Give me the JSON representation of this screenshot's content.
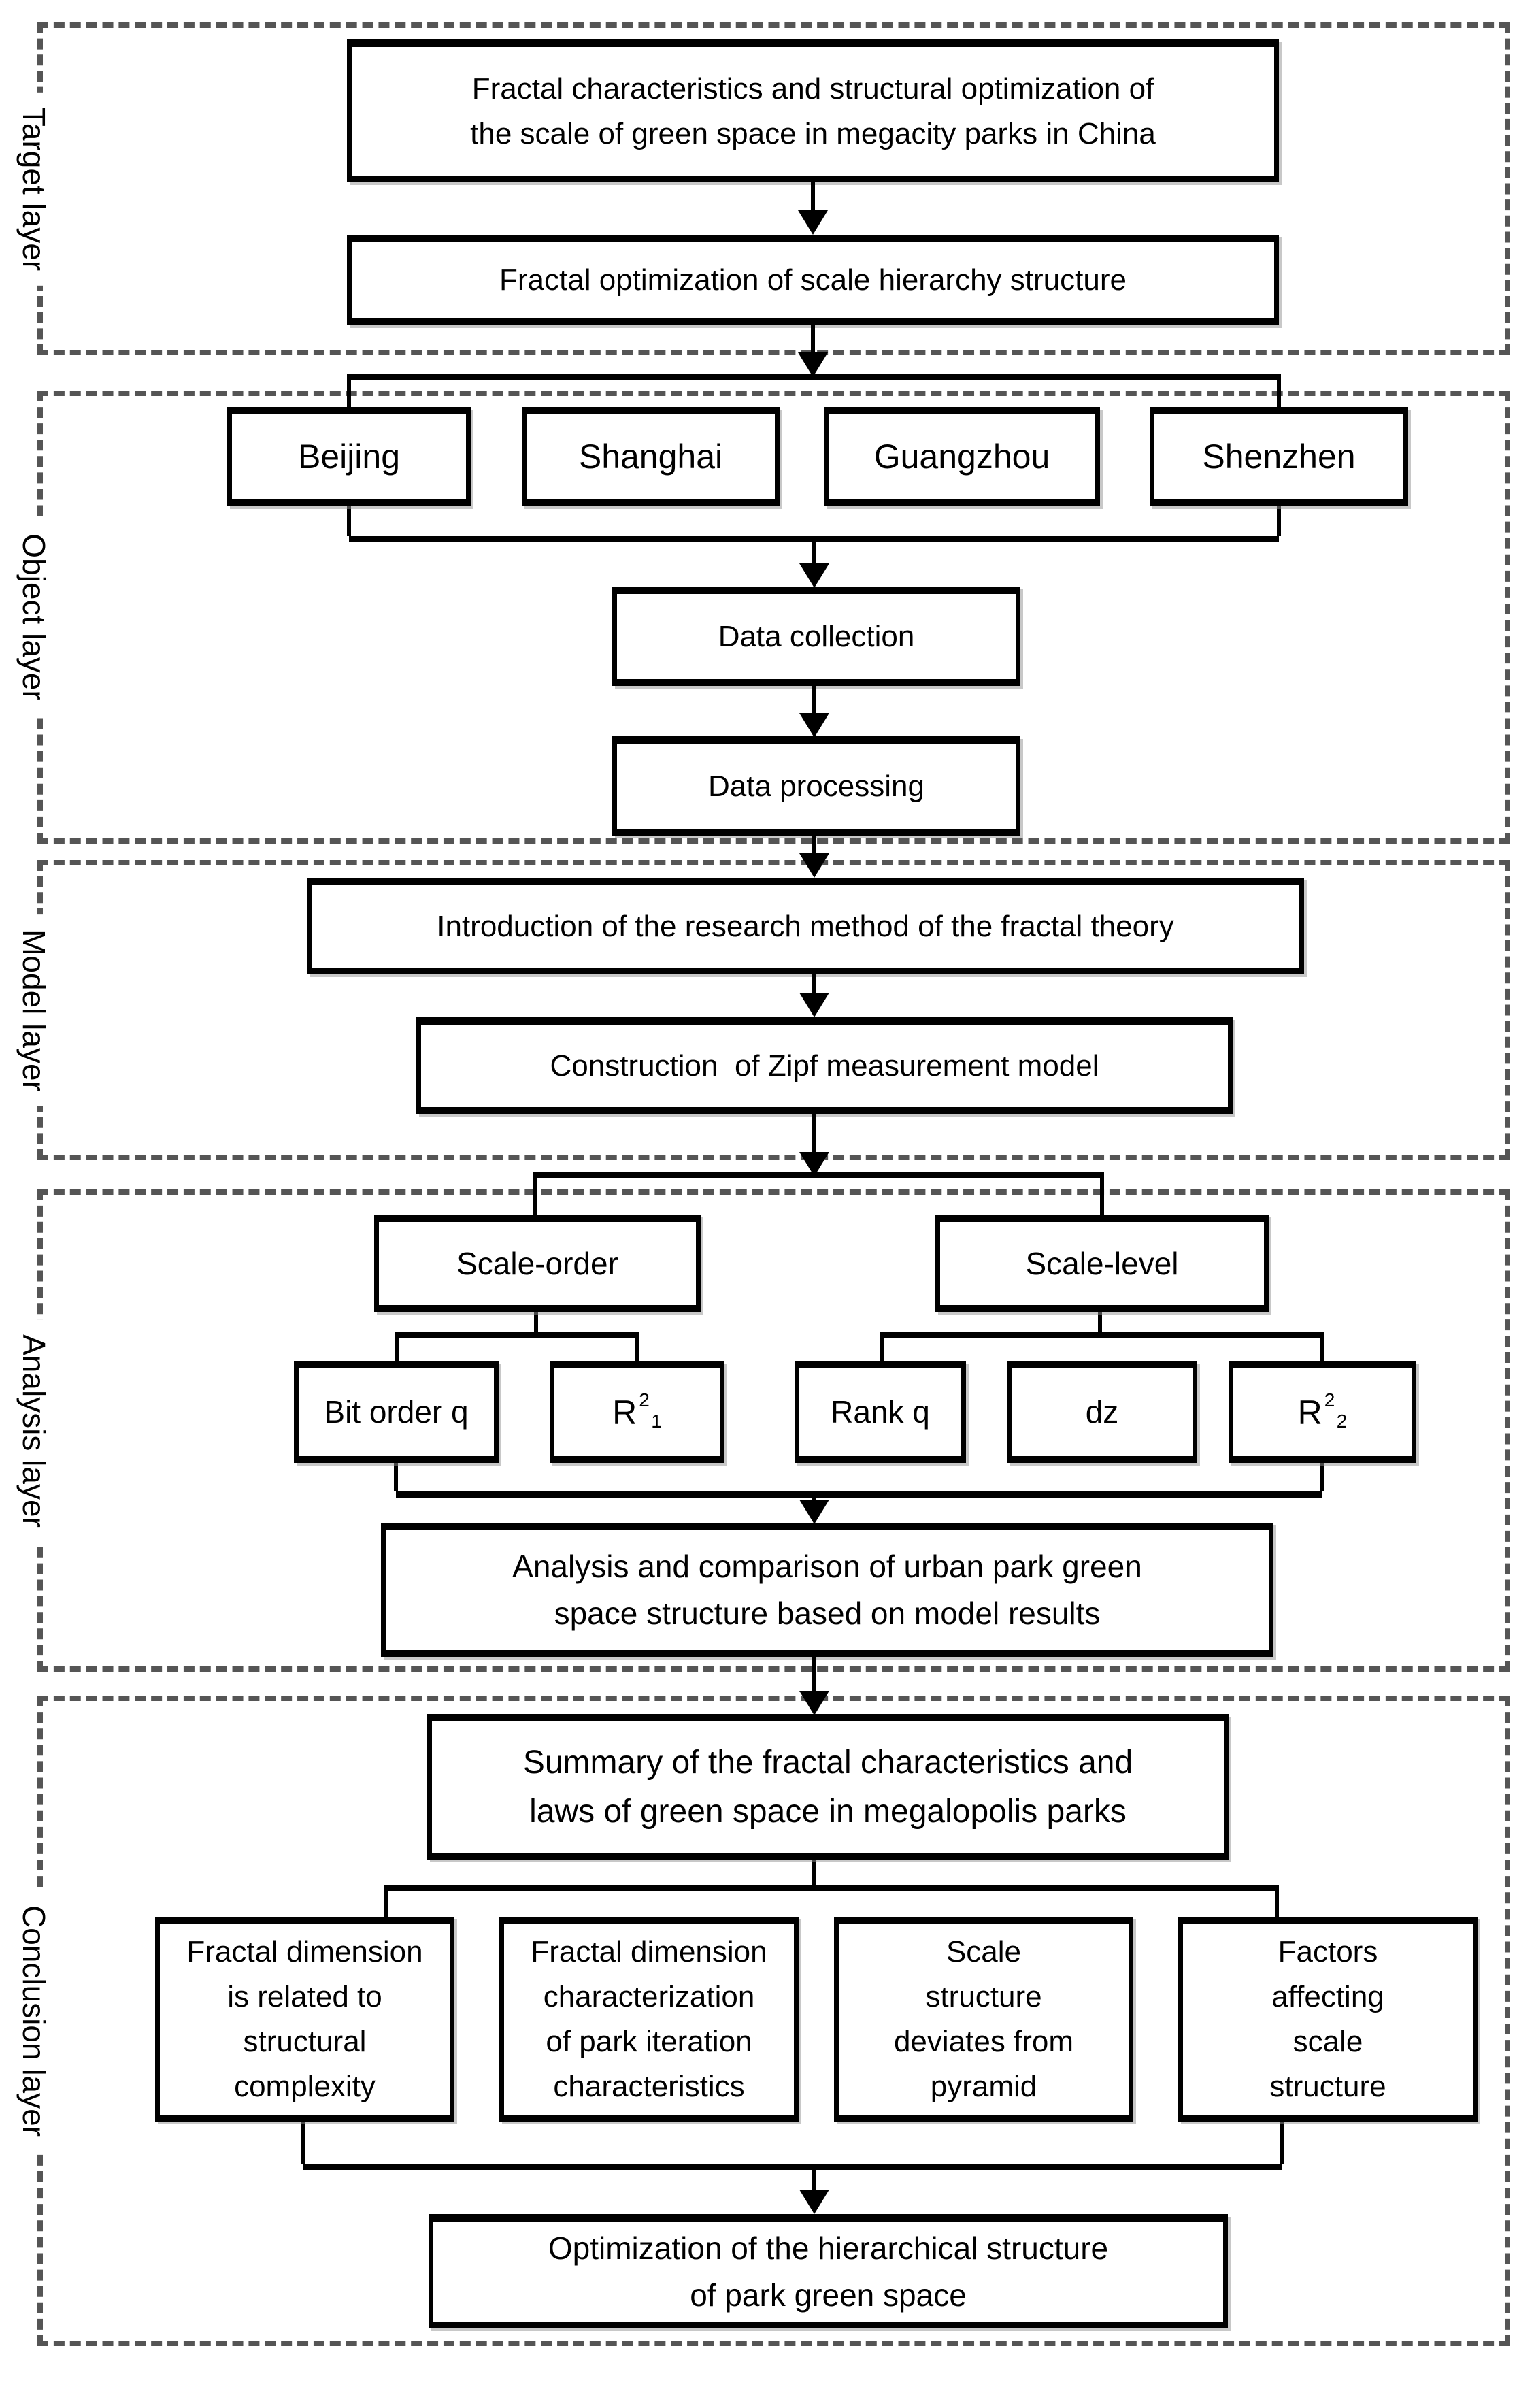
{
  "meta": {
    "figure_type": "research-flowchart",
    "background_color": "#ffffff",
    "line_color": "#000000",
    "dashed_border_color": "#555555"
  },
  "layers": {
    "target": {
      "label": "Target layer"
    },
    "object": {
      "label": "Object layer"
    },
    "model": {
      "label": "Model layer"
    },
    "analysis": {
      "label": "Analysis layer"
    },
    "conclusion": {
      "label": "Conclusion layer"
    }
  },
  "nodes": {
    "title": {
      "lines": [
        "Fractal characteristics and structural optimization of",
        "the scale of green space in megacity parks in China"
      ]
    },
    "fractal_optimization": {
      "text": "Fractal optimization of scale hierarchy structure"
    },
    "cities": [
      {
        "text": "Beijing"
      },
      {
        "text": "Shanghai"
      },
      {
        "text": "Guangzhou"
      },
      {
        "text": "Shenzhen"
      }
    ],
    "data_collection": {
      "text": "Data collection"
    },
    "data_processing": {
      "text": "Data processing"
    },
    "introduction": {
      "text": "Introduction of the research method of the fractal theory"
    },
    "construction": {
      "text": "Construction  of Zipf measurement model"
    },
    "scale_order": {
      "text": "Scale-order"
    },
    "scale_level": {
      "text": "Scale-level"
    },
    "bit_order": {
      "text": "Bit order q"
    },
    "r1": {
      "base": "R",
      "sup": "2",
      "sub": "1"
    },
    "rank_q": {
      "text": "Rank q"
    },
    "dz": {
      "text": "dz"
    },
    "r2": {
      "base": "R",
      "sup": "2",
      "sub": "2"
    },
    "analysis_comparison": {
      "lines": [
        "Analysis and comparison of urban park green",
        "space structure based on model results"
      ]
    },
    "summary": {
      "lines": [
        "Summary of the fractal characteristics and",
        "laws of green space in megalopolis parks"
      ]
    },
    "conclusions": [
      {
        "lines": [
          "Fractal dimension",
          "is related to",
          "structural",
          "complexity"
        ]
      },
      {
        "lines": [
          "Fractal dimension",
          "characterization",
          "of park iteration",
          "characteristics"
        ]
      },
      {
        "lines": [
          "Scale",
          "structure",
          "deviates from",
          "pyramid"
        ]
      },
      {
        "lines": [
          "Factors",
          "affecting",
          "scale",
          "structure"
        ]
      }
    ],
    "optimization": {
      "lines": [
        "Optimization of the hierarchical structure",
        "of park green space"
      ]
    }
  }
}
